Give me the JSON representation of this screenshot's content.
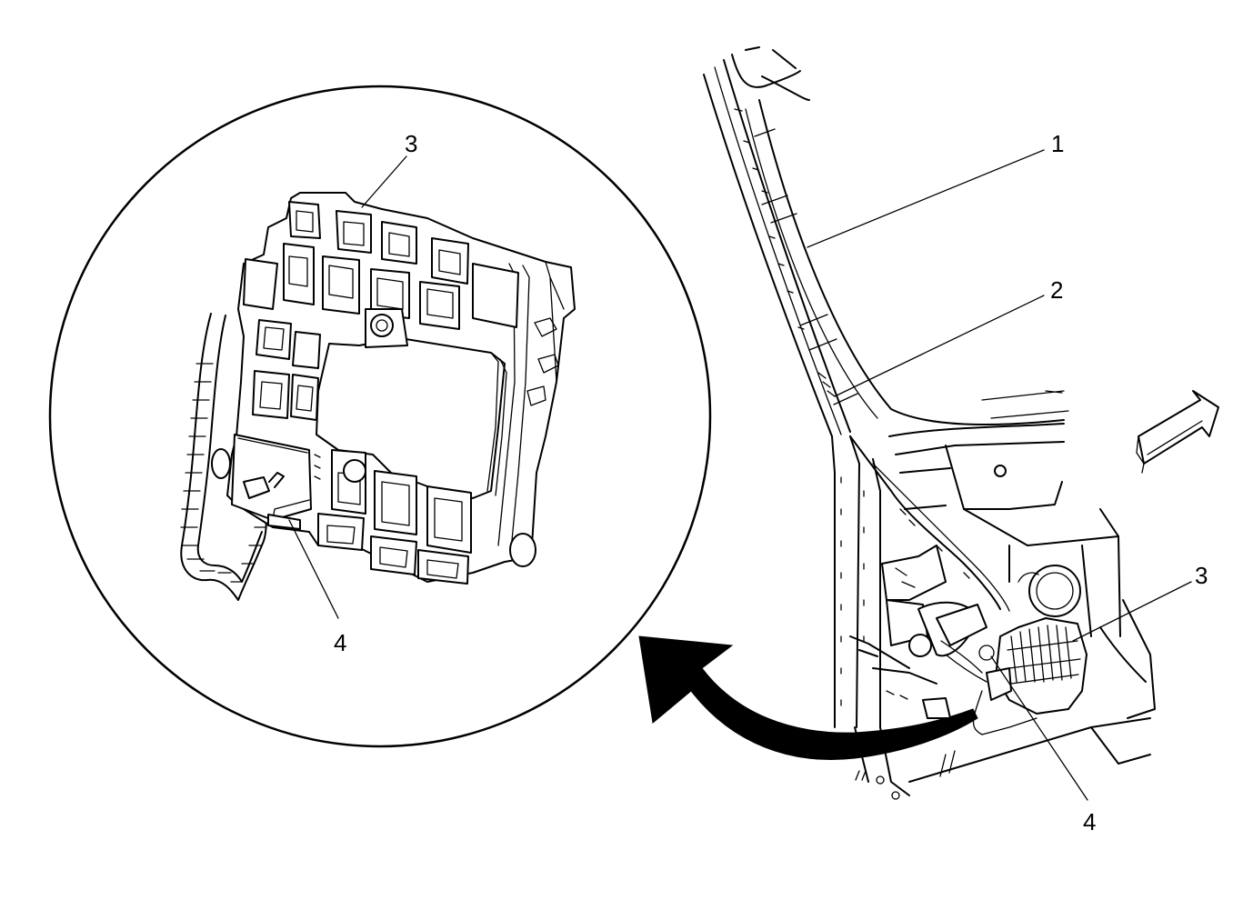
{
  "callouts": {
    "inset_3": "3",
    "inset_4": "4",
    "main_1": "1",
    "main_2": "2",
    "main_3": "3",
    "main_4": "4"
  },
  "colors": {
    "line": "#000000",
    "background": "#ffffff"
  }
}
